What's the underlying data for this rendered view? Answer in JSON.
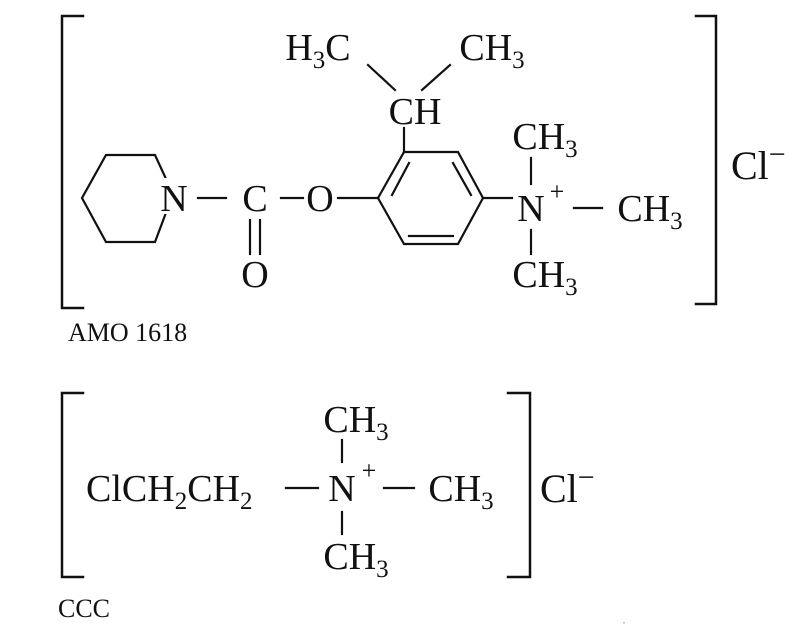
{
  "colors": {
    "ink": "#111111",
    "background": "#ffffff"
  },
  "amo1618": {
    "label": "AMO 1618",
    "isopropyl": {
      "methyl_left": "H3C",
      "methyl_right": "CH3",
      "ch": "CH"
    },
    "piperidine_n": "N",
    "carbonyl_c": "C",
    "carbonyl_o": "O",
    "ester_o": "O",
    "ammonium_n": "N",
    "charge": "+",
    "methyl_top": "CH3",
    "methyl_right": "CH3",
    "methyl_bottom": "CH3",
    "counter_ion": "Cl",
    "counter_charge": "−"
  },
  "ccc": {
    "label": "CCC",
    "chain": "ClCH2CH2",
    "ammonium_n": "N",
    "charge": "+",
    "methyl_top": "CH3",
    "methyl_right": "CH3",
    "methyl_bottom": "CH3",
    "counter_ion": "Cl",
    "counter_charge": "−"
  }
}
